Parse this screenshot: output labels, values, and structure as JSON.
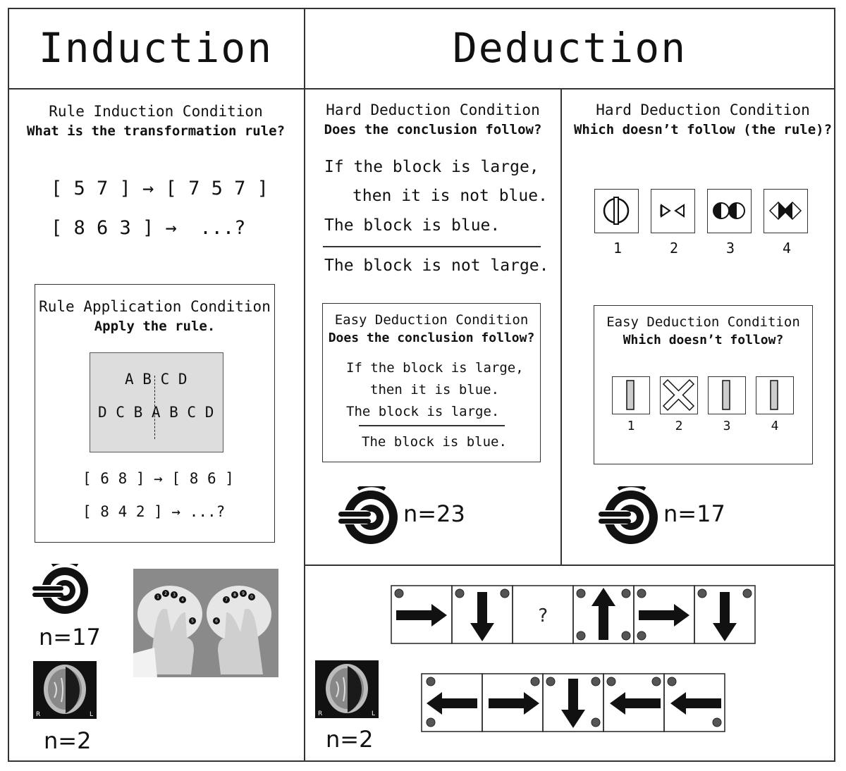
{
  "headers": {
    "induction": "Induction",
    "deduction": "Deduction"
  },
  "rule_induction": {
    "title": "Rule Induction Condition",
    "question": "What is the transformation rule?",
    "line1": "[ 5 7 ] → [ 7 5 7 ]",
    "line2": "[ 8 6 3 ] →  ...?"
  },
  "rule_application": {
    "title": "Rule Application Condition",
    "question": "Apply the rule.",
    "mirror_top": "A B C D",
    "mirror_bottom": "D C B A B C D",
    "line1": "[ 6 8 ] → [ 8 6 ]",
    "line2": "[ 8 4 2 ] → ...?"
  },
  "hard_deduction_text": {
    "title": "Hard Deduction Condition",
    "question": "Does the conclusion follow?",
    "premise1a": "If the block is large,",
    "premise1b": "then it is not blue.",
    "premise2": "The block is blue.",
    "conclusion": "The block is not large."
  },
  "easy_deduction_text": {
    "title": "Easy Deduction Condition",
    "question": "Does the conclusion follow?",
    "premise1a": "If the block is large,",
    "premise1b": "then it is blue.",
    "premise2": "The block is large.",
    "conclusion": "The block is blue."
  },
  "hard_deduction_visual": {
    "title": "Hard Deduction Condition",
    "question": "Which doesn’t follow (the rule)?",
    "labels": [
      "1",
      "2",
      "3",
      "4"
    ]
  },
  "easy_deduction_visual": {
    "title": "Easy Deduction Condition",
    "question": "Which doesn’t follow?",
    "labels": [
      "1",
      "2",
      "3",
      "4"
    ]
  },
  "counts": {
    "induction_fmri": "n=17",
    "induction_lesion": "n=2",
    "deduction_text_fmri": "n=23",
    "deduction_visual_fmri": "n=17",
    "deduction_lesion": "n=2"
  },
  "sequence_question": "?",
  "lesion_labels": {
    "right": "R",
    "left": "L"
  },
  "keypad_keys": [
    "1",
    "2",
    "3",
    "4",
    "5",
    "6",
    "7",
    "8",
    "9",
    "0"
  ]
}
